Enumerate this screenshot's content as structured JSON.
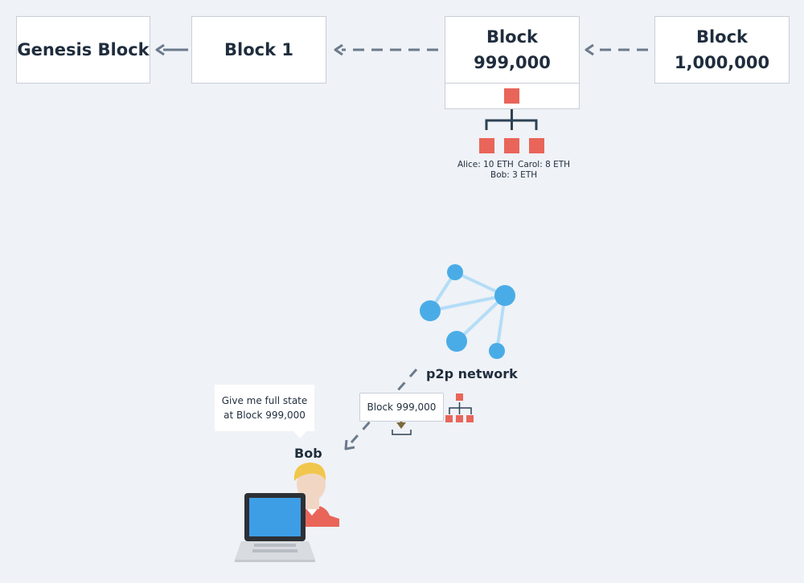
{
  "chain": {
    "genesis_label": "Genesis Block",
    "block1_label": "Block 1",
    "block999_line1": "Block",
    "block999_line2": "999,000",
    "blockmil_line1": "Block",
    "blockmil_line2": "1,000,000"
  },
  "state": {
    "alice": "Alice: 10 ETH",
    "carol": "Carol: 8 ETH",
    "bob": "Bob: 3 ETH"
  },
  "network": {
    "label": "p2p network"
  },
  "request": {
    "card_label": "Block 999,000"
  },
  "bob": {
    "name": "Bob",
    "speech_line1": "Give me full state",
    "speech_line2": "at Block 999,000"
  },
  "colors": {
    "background": "#eff2f6",
    "block_border": "#c8ced8",
    "arrow": "#6b7a8c",
    "state_node": "#e9655a",
    "tree_line": "#2d4155",
    "network_node": "#4aace7",
    "network_edge": "#b4ddf7",
    "laptop_screen": "#3d9ee6",
    "download_arrow": "#7a6a3c"
  },
  "icons": {
    "network": "network-graph-icon",
    "state_tree": "state-tree-icon",
    "download": "download-icon",
    "user": "user-avatar-icon",
    "laptop": "laptop-icon"
  }
}
